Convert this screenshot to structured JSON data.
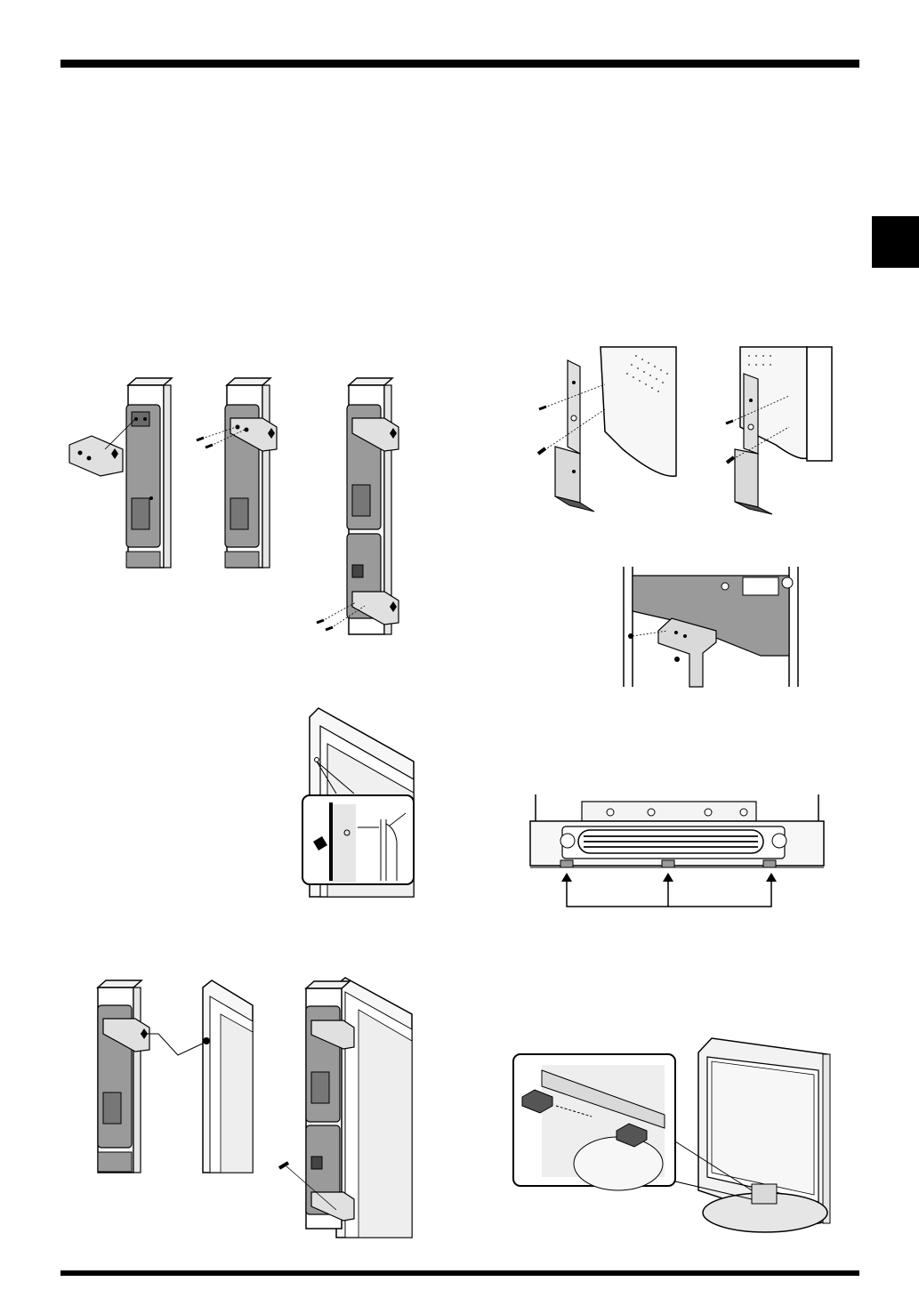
{
  "page": {
    "header_rule": "top-rule",
    "footer_rule": "bottom-rule",
    "section_tab": "black-index-tab"
  },
  "illustrations": {
    "fig_a": {
      "icon": "speaker-bracket-attach-icon"
    },
    "fig_b": {
      "icon": "speaker-bracket-screws-icon"
    },
    "fig_c": {
      "icon": "speaker-dual-bracket-icon"
    },
    "fig_d": {
      "icon": "screw-detail-callout-icon"
    },
    "fig_e": {
      "icon": "speaker-hook-mount-icon"
    },
    "fig_f": {
      "icon": "speaker-mounted-on-display-icon"
    },
    "fig_g": {
      "icon": "side-bracket-left-icon"
    },
    "fig_h": {
      "icon": "side-bracket-right-icon"
    },
    "fig_i": {
      "icon": "bottom-center-bracket-icon"
    },
    "fig_j": {
      "icon": "bottom-cover-positions-icon"
    },
    "fig_k": {
      "icon": "stand-cushion-callout-icon"
    }
  },
  "colors": {
    "ink": "#000000",
    "paper": "#ffffff",
    "shade": "#d9d9d9",
    "dark_shade": "#9a9a9a"
  }
}
